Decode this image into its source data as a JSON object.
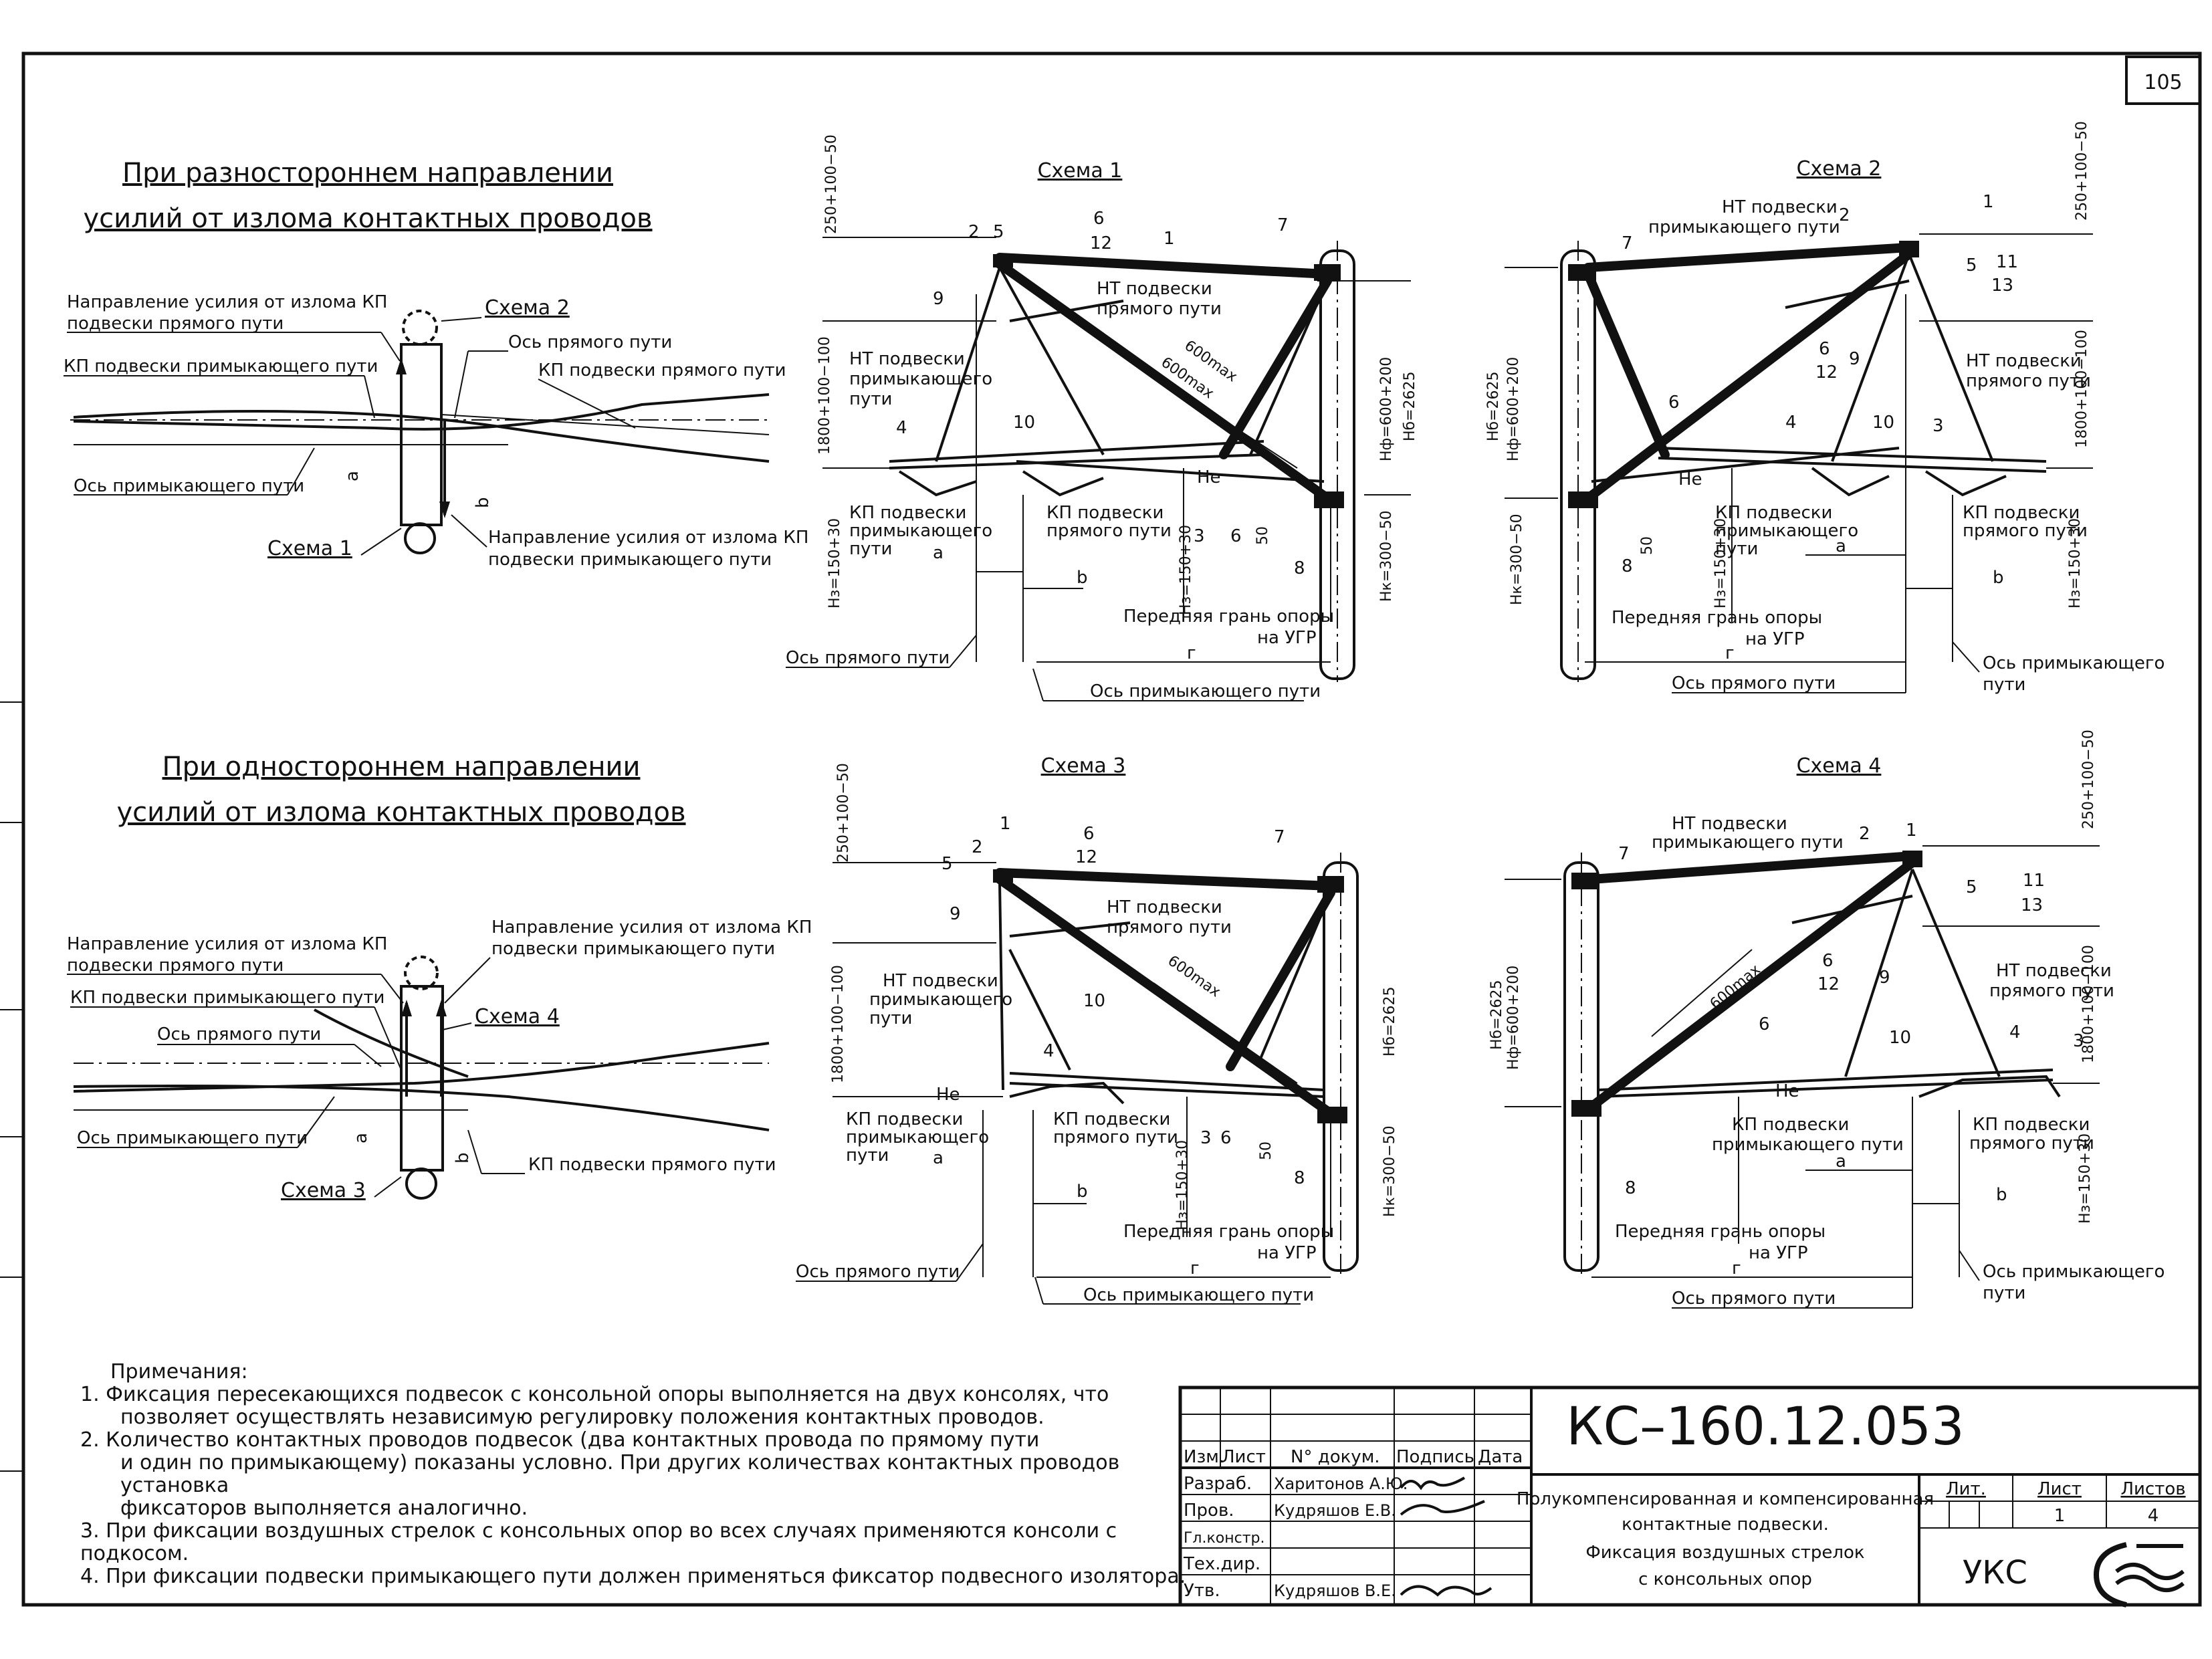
{
  "sheet_number": "105",
  "left_top": {
    "title_line1": "При разностороннем направлении",
    "title_line2": "усилий от излома контактных проводов",
    "label_force_main": "Направление усилия от излома КП подвески прямого пути",
    "label_force_main_l1": "Направление усилия от излома КП",
    "label_force_main_l2": "подвески прямого пути",
    "label_kp_adjacent": "КП подвески примыкающего пути",
    "label_axis_main": "Ось прямого пути",
    "label_kp_main": "КП подвески прямого пути",
    "label_axis_adjacent": "Ось примыкающего пути",
    "label_force_adj_l1": "Направление усилия от излома КП",
    "label_force_adj_l2": "подвески примыкающего пути",
    "label_scheme2": "Схема 2",
    "label_scheme1": "Схема 1",
    "a": "а",
    "b": "b"
  },
  "left_bottom": {
    "title_line1": "При одностороннем направлении",
    "title_line2": "усилий от излома контактных проводов",
    "label_force_main_l1": "Направление усилия от излома КП",
    "label_force_main_l2": "подвески прямого пути",
    "label_kp_adjacent": "КП подвески примыкающего пути",
    "label_force_adj_l1": "Направление усилия от излома КП",
    "label_force_adj_l2": "подвески примыкающего пути",
    "label_axis_main": "Ось прямого пути",
    "label_axis_adjacent": "Ось примыкающего пути",
    "label_kp_main": "КП подвески прямого пути",
    "label_scheme4": "Схема 4",
    "label_scheme3": "Схема 3"
  },
  "schemes": [
    {
      "title": "Схема 1"
    },
    {
      "title": "Схема 2"
    },
    {
      "title": "Схема 3"
    },
    {
      "title": "Схема 4"
    }
  ],
  "scheme_labels": {
    "nt_main_l1": "НТ подвески",
    "nt_main_l2": "прямого пути",
    "nt_adj_l1": "НТ подвески",
    "nt_adj_l2": "примыкающего",
    "nt_adj_l3": "пути",
    "nt_adj_one": "примыкающего пути",
    "kp_main_l1": "КП подвески",
    "kp_main_l2": "прямого пути",
    "kp_adj_l1": "КП подвески",
    "kp_adj_l2": "примыкающего",
    "kp_adj_l3": "пути",
    "kp_adj_one": "примыкающего пути",
    "front_face_l1": "Передняя грань опоры",
    "front_face_l2": "на УГР",
    "axis_main": "Ось прямого пути",
    "axis_adj": "Ось примыкающего пути",
    "axis_adj_l1": "Ось примыкающего",
    "axis_adj_l2": "пути",
    "dim_600max": "600max",
    "dim_250": "250+100−50",
    "dim_1800": "1800+100−100",
    "dim_hf": "Нф=600+200",
    "dim_hb": "Нб=2625",
    "dim_hk": "Нк=300−50",
    "dim_hz": "Нз=150+30",
    "dim_50": "50",
    "he": "Нe",
    "g": "г",
    "a": "а",
    "b": "b"
  },
  "notes": {
    "heading": "Примечания:",
    "items": [
      {
        "n": "1.",
        "l1": "Фиксация пересекающихся подвесок с консольной опоры выполняется на двух консолях, что",
        "l2": "позволяет осуществлять независимую регулировку положения контактных проводов."
      },
      {
        "n": "2.",
        "l1": "Количество контактных проводов подвесок (два контактных провода по прямому пути",
        "l2": "и один по примыкающему) показаны условно. При других количествах контактных проводов установка",
        "l3": "фиксаторов выполняется аналогично."
      },
      {
        "n": "3.",
        "l1": "При фиксации воздушных стрелок с консольных опор во всех случаях применяются консоли с подкосом."
      },
      {
        "n": "4.",
        "l1": "При фиксации подвески примыкающего пути должен применяться фиксатор подвесного изолятора."
      }
    ]
  },
  "title_block": {
    "doc_code": "КС–160.12.053",
    "headers": [
      "Изм.",
      "Лист",
      "N° докум.",
      "Подпись",
      "Дата"
    ],
    "rows": [
      {
        "role": "Разраб.",
        "name": "Харитонов А.Ю."
      },
      {
        "role": "Пров.",
        "name": "Кудряшов Е.В."
      },
      {
        "role": "Гл.констр.",
        "name": ""
      },
      {
        "role": "Тех.дир.",
        "name": ""
      },
      {
        "role": "Утв.",
        "name": "Кудряшов В.Е."
      }
    ],
    "description_l1": "Полукомпенсированная и компенсированная",
    "description_l2": "контактные подвески.",
    "description_l3": "Фиксация воздушных стрелок",
    "description_l4": "с консольных опор",
    "lit_label": "Лит.",
    "sheet_label": "Лист",
    "sheets_label": "Листов",
    "sheet_value": "1",
    "sheets_value": "4",
    "org": "УКС",
    "logo": "КС-logo"
  }
}
